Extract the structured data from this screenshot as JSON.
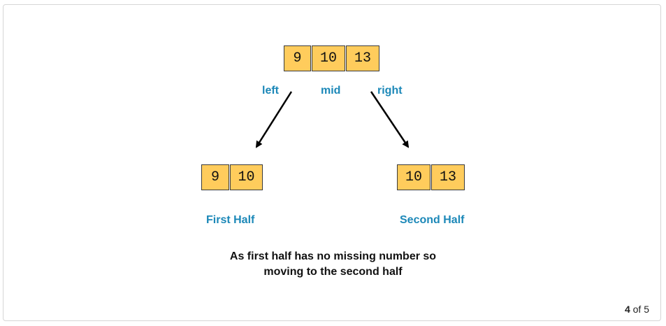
{
  "top_array": [
    "9",
    "10",
    "13"
  ],
  "pointers": {
    "left": "left",
    "mid": "mid",
    "right": "right"
  },
  "first_half": {
    "values": [
      "9",
      "10"
    ],
    "label": "First Half"
  },
  "second_half": {
    "values": [
      "10",
      "13"
    ],
    "label": "Second Half"
  },
  "caption": {
    "line1": "As first half has no missing number so",
    "line2": "moving to the second half"
  },
  "pager": {
    "current": "4",
    "of_text": "of 5"
  },
  "colors": {
    "cell_fill": "#ffcc5c",
    "label_blue": "#1c88b8"
  }
}
